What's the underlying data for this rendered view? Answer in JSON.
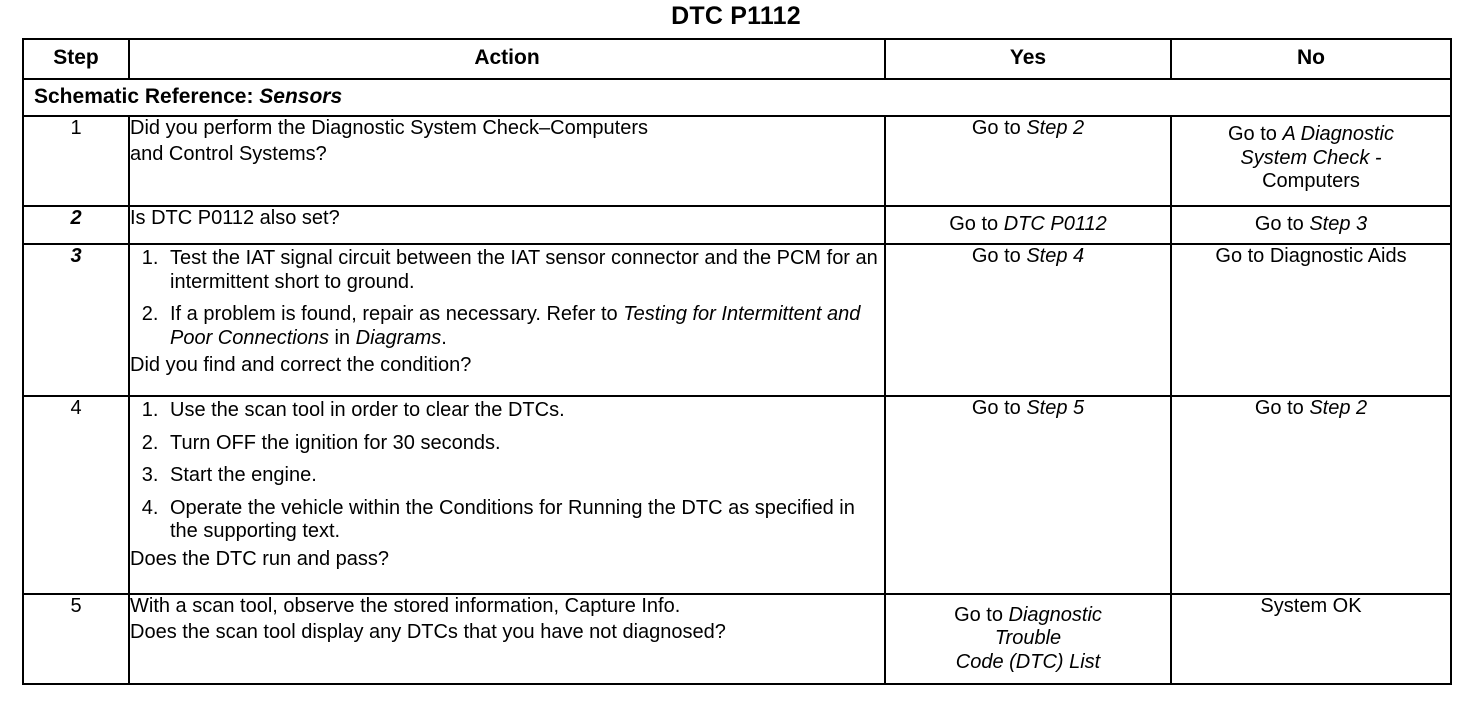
{
  "title": "DTC P1112",
  "table": {
    "headers": {
      "step": "Step",
      "action": "Action",
      "yes": "Yes",
      "no": "No"
    },
    "schematic_reference": {
      "label": "Schematic Reference:",
      "value": "Sensors"
    },
    "rows": [
      {
        "step": "1",
        "step_italic": false,
        "action_lines": [
          "Did you perform the Diagnostic System Check–Computers",
          "and  Control  Systems?"
        ],
        "yes": {
          "prefix": "Go to ",
          "italic": "Step 2",
          "suffix": ""
        },
        "no_lines": [
          {
            "prefix": "Go to ",
            "italic": "A Diagnostic",
            "suffix": ""
          },
          {
            "prefix": "",
            "italic": "System Check -",
            "suffix": ""
          },
          {
            "prefix": "",
            "italic": "",
            "suffix": "Computers"
          }
        ]
      },
      {
        "step": "2",
        "step_italic": true,
        "action_lines": [
          "Is DTC P0112 also set?"
        ],
        "yes": {
          "prefix": "Go to ",
          "italic": "DTC P0112",
          "suffix": ""
        },
        "no_lines": [
          {
            "prefix": "Go to ",
            "italic": "Step 3",
            "suffix": ""
          }
        ]
      },
      {
        "step": "3",
        "step_italic": true,
        "numbered": [
          {
            "parts": [
              {
                "text": "Test the IAT signal circuit between the IAT sensor connector and the PCM for an intermittent short to ground.",
                "italic": false
              }
            ]
          },
          {
            "parts": [
              {
                "text": "If a problem is found, repair as necessary. Refer to ",
                "italic": false
              },
              {
                "text": "Testing for Intermittent and Poor Connections",
                "italic": true
              },
              {
                "text": " in ",
                "italic": false
              },
              {
                "text": "Diagrams",
                "italic": true
              },
              {
                "text": ".",
                "italic": false
              }
            ]
          }
        ],
        "tail_question": "Did you find and correct the condition?",
        "yes": {
          "prefix": "Go to ",
          "italic": "Step 4",
          "suffix": ""
        },
        "no_lines": [
          {
            "prefix": "",
            "italic": "",
            "suffix": "Go to Diagnostic Aids"
          }
        ]
      },
      {
        "step": "4",
        "step_italic": false,
        "numbered": [
          {
            "parts": [
              {
                "text": "Use the scan tool in order to clear the DTCs.",
                "italic": false
              }
            ]
          },
          {
            "parts": [
              {
                "text": "Turn OFF the ignition for 30 seconds.",
                "italic": false
              }
            ]
          },
          {
            "parts": [
              {
                "text": "Start the engine.",
                "italic": false
              }
            ]
          },
          {
            "parts": [
              {
                "text": "Operate the vehicle within the Conditions for Running the DTC as specified in the supporting text.",
                "italic": false
              }
            ]
          }
        ],
        "tail_question": "Does the DTC run and pass?",
        "yes": {
          "prefix": "Go to ",
          "italic": "Step 5",
          "suffix": ""
        },
        "no_lines": [
          {
            "prefix": "Go to ",
            "italic": "Step 2",
            "suffix": ""
          }
        ]
      },
      {
        "step": "5",
        "step_italic": false,
        "action_lines": [
          "With a scan tool, observe the stored information, Capture Info.",
          "Does the scan tool display any DTCs that you have not diagnosed?"
        ],
        "yes_lines": [
          {
            "prefix": "Go to ",
            "italic": "Diagnostic",
            "suffix": ""
          },
          {
            "prefix": "",
            "italic": "Trouble",
            "suffix": ""
          },
          {
            "prefix": "",
            "italic": "Code (DTC) List",
            "suffix": ""
          }
        ],
        "no_lines": [
          {
            "prefix": "",
            "italic": "",
            "suffix": "System OK"
          }
        ]
      }
    ]
  },
  "colors": {
    "ink": "#000000",
    "paper": "#ffffff"
  }
}
